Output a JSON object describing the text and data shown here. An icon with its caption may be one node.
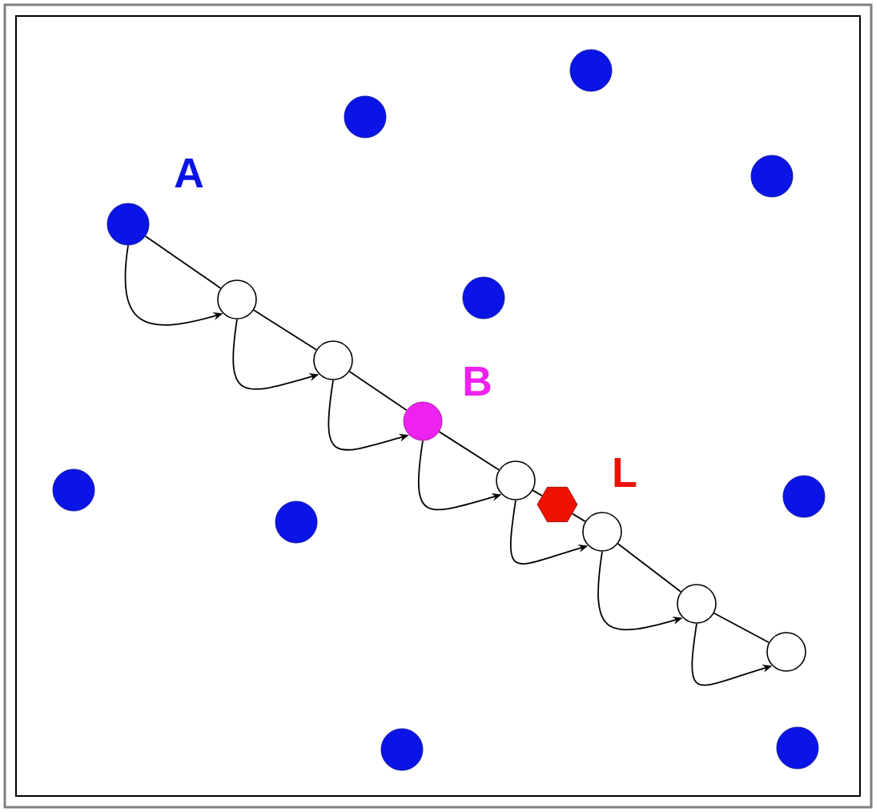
{
  "diagram": {
    "nodes": [
      {
        "text": [
          "A"
        ]
      },
      {
        "text": [
          "B"
        ]
      },
      {
        "text": [
          "L"
        ]
      },
      {
        "text": [],
        "shape": "circle"
      },
      {
        "text": [],
        "shape": "circle"
      },
      {
        "text": [],
        "shape": "circle"
      },
      {
        "text": [],
        "shape": "circle"
      },
      {
        "text": [],
        "shape": "circle"
      },
      {
        "text": [],
        "shape": "circle"
      },
      {
        "text": [],
        "shape": "circle"
      },
      {
        "text": [],
        "shape": "circle"
      },
      {
        "text": [],
        "shape": "circle"
      },
      {
        "text": [],
        "shape": "circle"
      },
      {
        "text": [],
        "shape": "circle"
      },
      {
        "text": [],
        "shape": "circle"
      },
      {
        "text": [],
        "shape": "circle"
      },
      {
        "text": [],
        "shape": "circle"
      },
      {
        "text": [],
        "shape": "circle"
      }
    ],
    "edges": [
      {
        "from": 0,
        "to": 3,
        "arrow": "none"
      },
      {
        "from": 3,
        "to": 4,
        "arrow": "none"
      },
      {
        "from": 4,
        "to": 1,
        "arrow": "none"
      },
      {
        "from": 1,
        "to": 5,
        "arrow": "none"
      },
      {
        "from": 5,
        "to": 2,
        "arrow": "none"
      },
      {
        "from": 2,
        "to": 6,
        "arrow": "none"
      },
      {
        "from": 6,
        "to": 7,
        "arrow": "none"
      },
      {
        "from": 7,
        "to": 8,
        "arrow": "none"
      },
      {
        "from": 0,
        "to": 3,
        "arrow": "to"
      },
      {
        "from": 3,
        "to": 4,
        "arrow": "to"
      },
      {
        "from": 4,
        "to": 1,
        "arrow": "to"
      },
      {
        "from": 1,
        "to": 5,
        "arrow": "to"
      },
      {
        "from": 5,
        "to": 6,
        "arrow": "to"
      },
      {
        "from": 6,
        "to": 7,
        "arrow": "to"
      },
      {
        "from": 7,
        "to": 8,
        "arrow": "to"
      }
    ]
  }
}
